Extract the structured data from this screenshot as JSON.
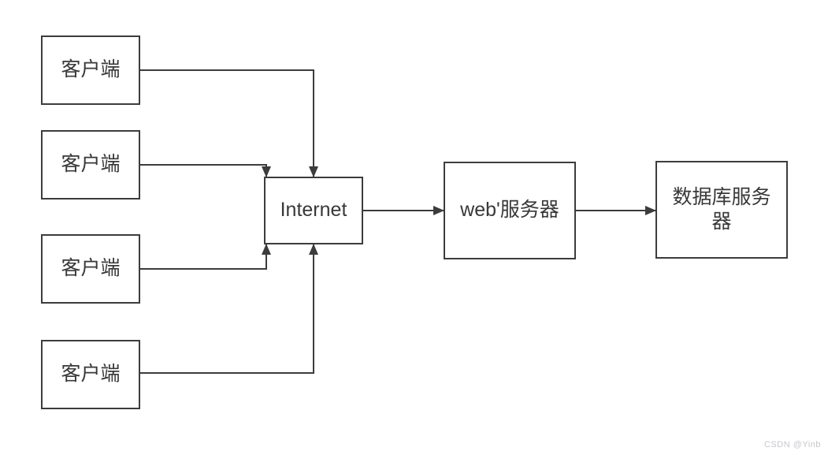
{
  "diagram": {
    "nodes": [
      {
        "id": "client-1",
        "label": "客户端"
      },
      {
        "id": "client-2",
        "label": "客户端"
      },
      {
        "id": "client-3",
        "label": "客户端"
      },
      {
        "id": "client-4",
        "label": "客户端"
      },
      {
        "id": "internet",
        "label": "Internet"
      },
      {
        "id": "web-server",
        "label": "web'服务器"
      },
      {
        "id": "db-server",
        "label": "数据库服务器"
      }
    ],
    "edges": [
      {
        "from": "client-1",
        "to": "internet"
      },
      {
        "from": "client-2",
        "to": "internet"
      },
      {
        "from": "client-3",
        "to": "internet"
      },
      {
        "from": "client-4",
        "to": "internet"
      },
      {
        "from": "internet",
        "to": "web-server"
      },
      {
        "from": "web-server",
        "to": "db-server"
      }
    ],
    "colors": {
      "stroke": "#3c3c3c",
      "text": "#383838",
      "background": "#ffffff",
      "watermark": "#c7c7cc"
    },
    "watermark": "CSDN @Yinb"
  }
}
